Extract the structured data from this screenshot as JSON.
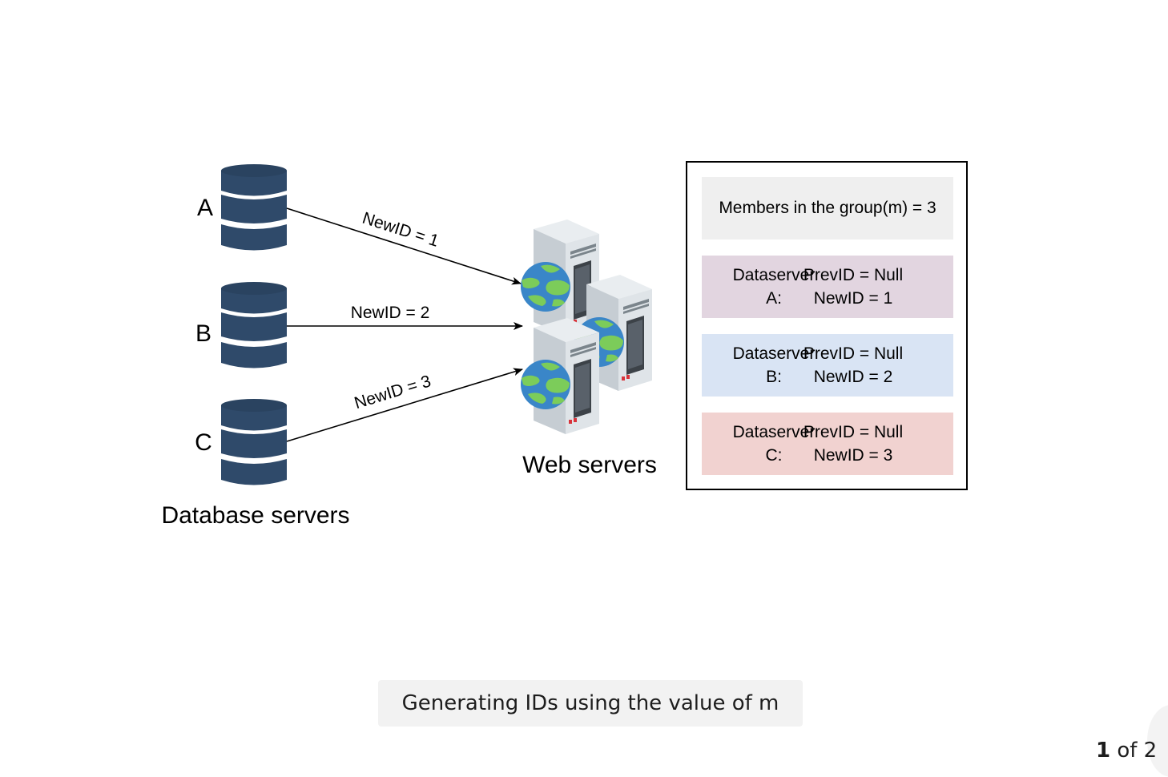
{
  "database_servers": {
    "label": "Database servers",
    "nodes": [
      {
        "name": "A",
        "arrow_label": "NewID = 1"
      },
      {
        "name": "B",
        "arrow_label": "NewID = 2"
      },
      {
        "name": "C",
        "arrow_label": "NewID = 3"
      }
    ]
  },
  "web_servers": {
    "label": "Web servers"
  },
  "group_box": {
    "members": "Members in the group(m) = 3",
    "dataservers": [
      {
        "name_line1": "Dataserver",
        "name_line2": "A:",
        "prev": "PrevID = Null",
        "new": "NewID = 1",
        "color": "#e2d5e0"
      },
      {
        "name_line1": "Dataserver",
        "name_line2": "B:",
        "prev": "PrevID = Null",
        "new": "NewID = 2",
        "color": "#d9e4f4"
      },
      {
        "name_line1": "Dataserver",
        "name_line2": "C:",
        "prev": "PrevID = Null",
        "new": "NewID = 3",
        "color": "#f1d2d0"
      }
    ]
  },
  "caption": "Generating IDs using the value of m",
  "pager": {
    "current": "1",
    "of": " of 2"
  },
  "colors": {
    "database": "#2f4a6a",
    "database_band": "#1f3650",
    "server_body": "#d5dbe0",
    "globe_ocean": "#3a86c8",
    "globe_land": "#7ccc5a"
  }
}
